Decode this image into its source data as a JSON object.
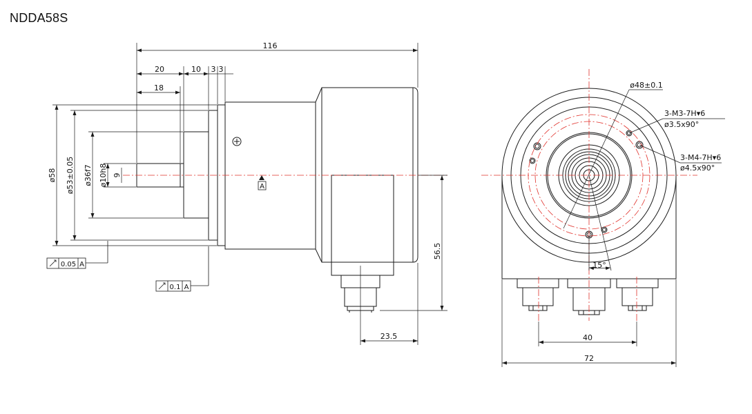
{
  "title": "NDDA58S",
  "dims": {
    "overall_length": "116",
    "d20": "20",
    "d10": "10",
    "d3a": "3",
    "d3b": "3",
    "d18": "18",
    "dia58": "ø58",
    "dia53": "ø53±0.05",
    "dia36": "ø36f7",
    "dia10": "ø10h8",
    "d9": "9",
    "h56_5": "56.5",
    "d23_5": "23.5",
    "dia48": "ø48±0.1",
    "thread_m3": "3-M3-7H▾6",
    "csk_m3": "ø3.5x90°",
    "thread_m4": "3-M4-7H▾6",
    "csk_m4": "ø4.5x90°",
    "angle15": "15°",
    "d40": "40",
    "d72": "72"
  },
  "tolerances": {
    "runout1_value": "0.05",
    "runout1_datum": "A",
    "runout2_value": "0.1",
    "runout2_datum": "A",
    "datum_label": "A"
  },
  "colors": {
    "line": "#1a1a1a",
    "centerline": "#e0302a"
  }
}
